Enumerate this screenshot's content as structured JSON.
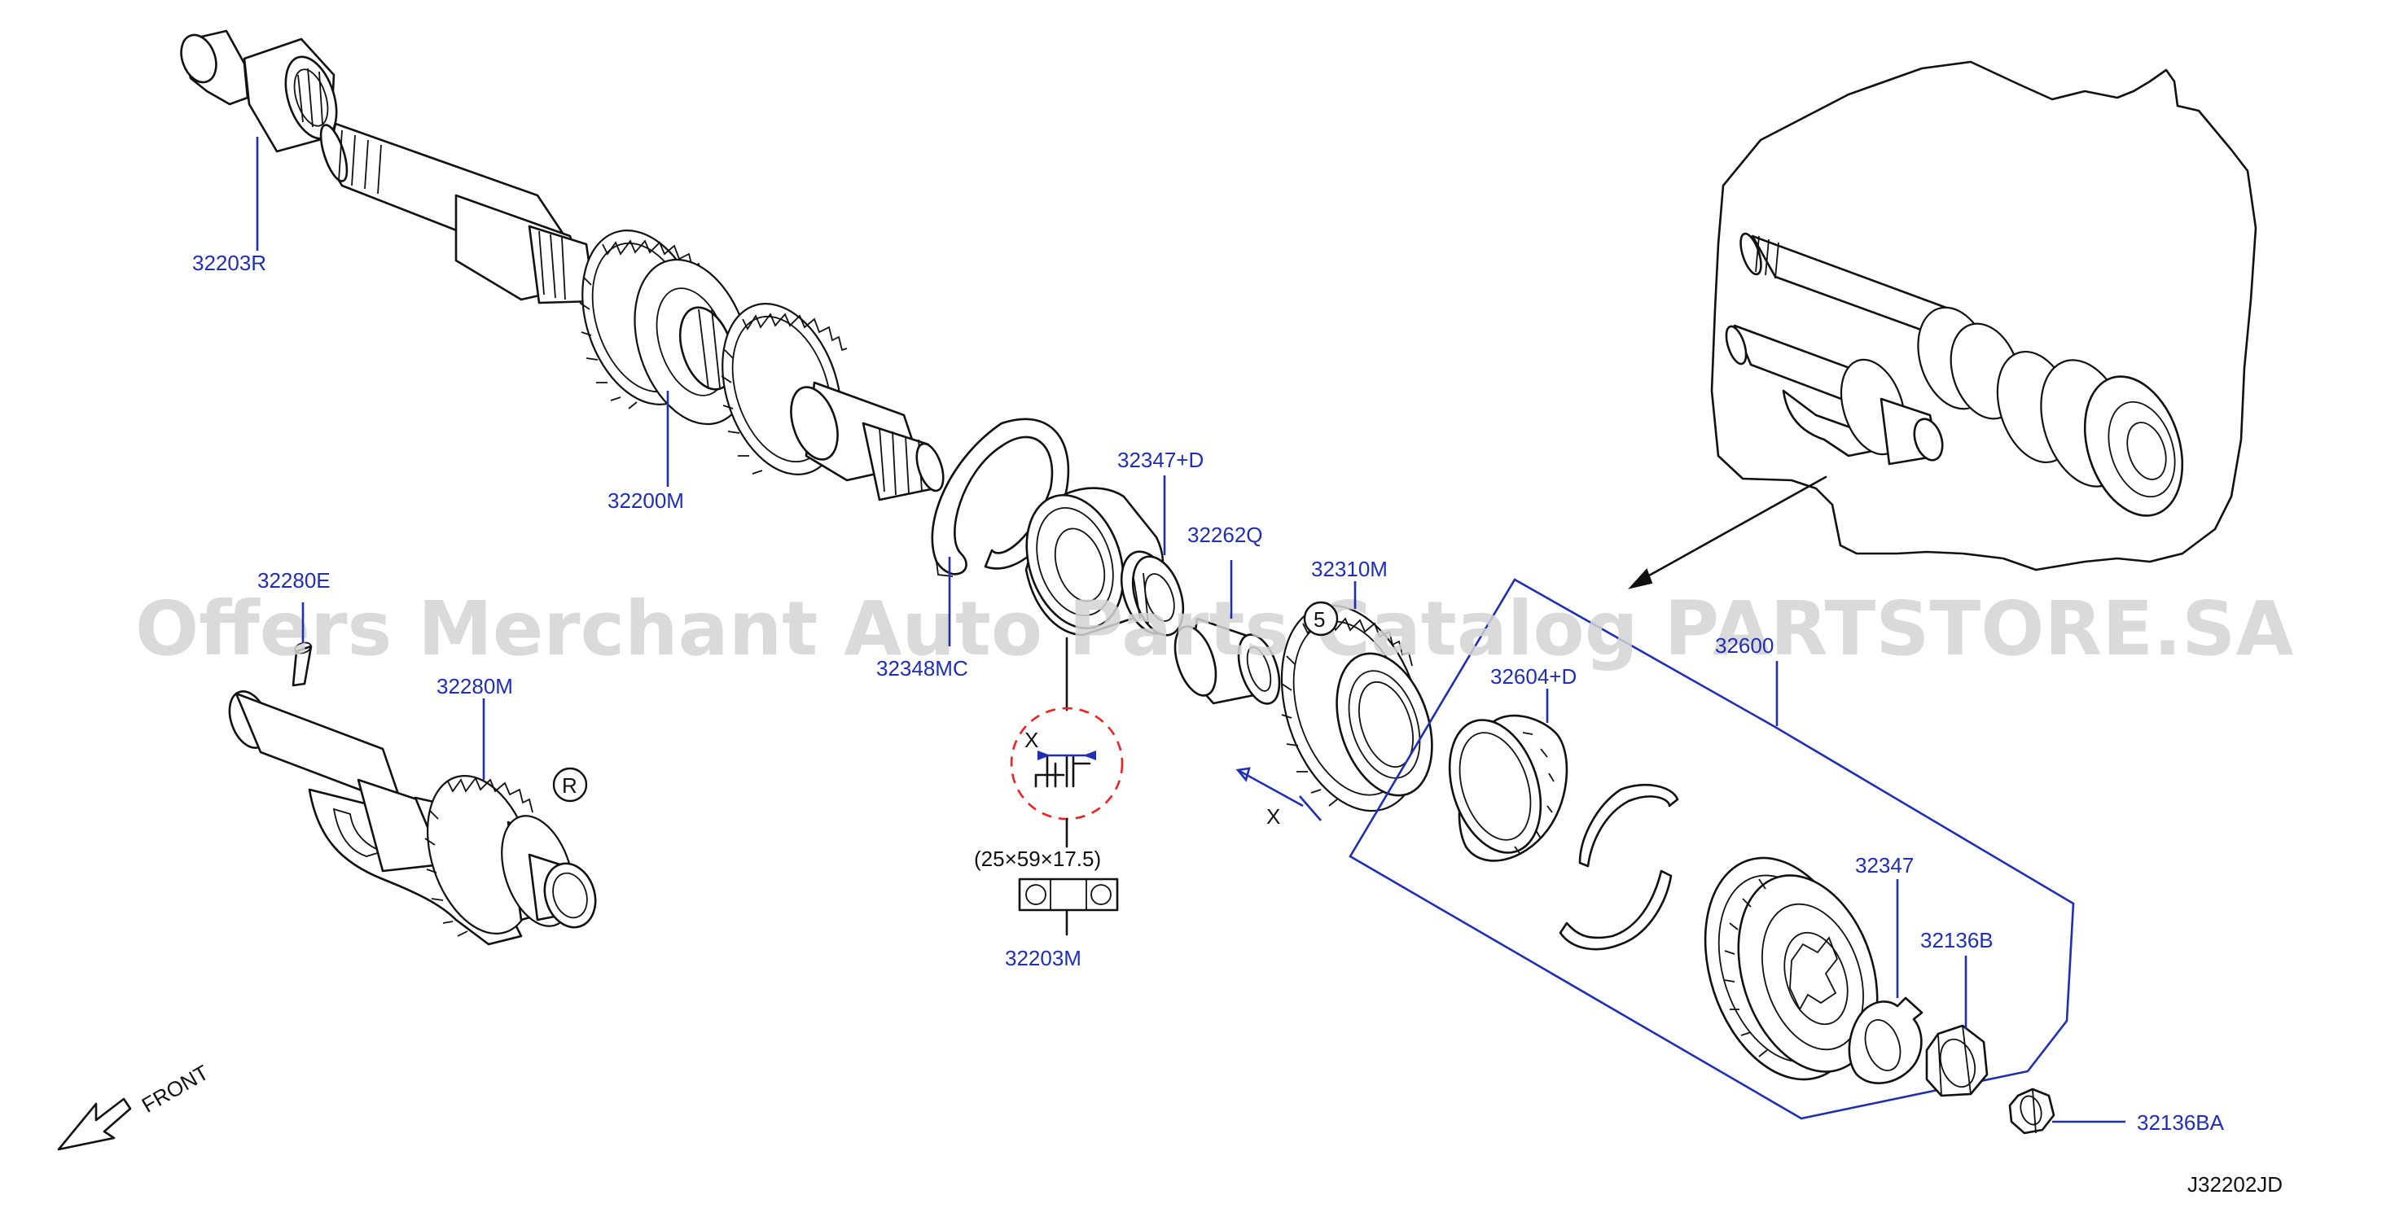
{
  "watermark": "Offers Merchant Auto Parts Catalog PARTSTORE.SA",
  "diagram_code": "J32202JD",
  "front_label": "FRONT",
  "part_labels": {
    "p32203R": "32203R",
    "p32200M": "32200M",
    "p32280E": "32280E",
    "p32280M": "32280M",
    "p32348MC": "32348MC",
    "p32347D": "32347+D",
    "p32262Q": "32262Q",
    "p32310M": "32310M",
    "p32604D": "32604+D",
    "p32600": "32600",
    "p32347": "32347",
    "p32136B": "32136B",
    "p32136BA": "32136BA",
    "p32203M": "32203M"
  },
  "bearing_size": "(25×59×17.5)",
  "dimension_x": "X",
  "marker_r": "R",
  "marker_5": "5"
}
